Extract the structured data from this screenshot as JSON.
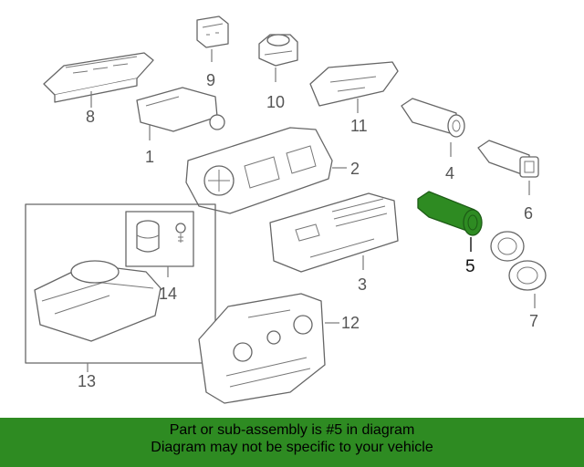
{
  "diagram": {
    "callouts": {
      "c1": "1",
      "c2": "2",
      "c3": "3",
      "c4": "4",
      "c5": "5",
      "c6": "6",
      "c7": "7",
      "c8": "8",
      "c9": "9",
      "c10": "10",
      "c11": "11",
      "c12": "12",
      "c13": "13",
      "c14": "14"
    },
    "highlight_part": "5",
    "highlight_color": "#2e8b22"
  },
  "banner": {
    "line1": "Part or sub-assembly is #5 in diagram",
    "line2": "Diagram may not be specific to your vehicle",
    "background_color": "#2e8b22"
  }
}
